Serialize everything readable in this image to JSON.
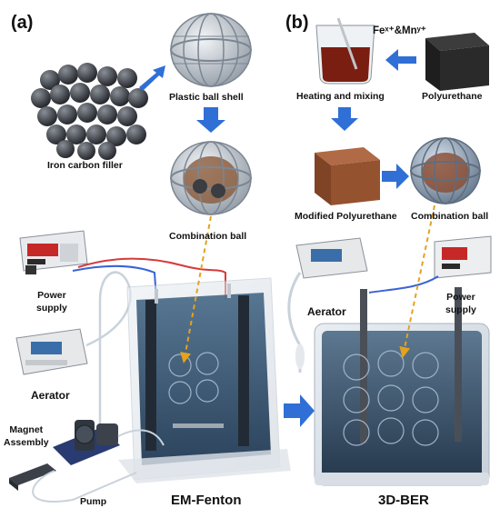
{
  "panels": {
    "a": "(a)",
    "b": "(b)"
  },
  "left": {
    "iron_carbon": "Iron carbon filler",
    "plastic_shell": "Plastic ball shell",
    "combination_ball": "Combination ball",
    "power_supply": "Power\nsupply",
    "aerator": "Aerator",
    "magnet": "Magnet\nAssembly",
    "pump": "Pump",
    "reactor": "EM-Fenton"
  },
  "right": {
    "ions": "Feˣ⁺&Mnʸ⁺",
    "heating": "Heating and mixing",
    "polyurethane": "Polyurethane",
    "modified": "Modified Polyurethane",
    "combination_ball": "Combination ball",
    "aerator": "Aerator",
    "power_supply": "Power\nsupply",
    "reactor": "3D-BER"
  },
  "colors": {
    "arrow": "#2f6fd6",
    "dashed": "#e6a21c",
    "wire_red": "#d63a3a",
    "wire_blue": "#3a63d6",
    "tank": "#2c3e50"
  }
}
